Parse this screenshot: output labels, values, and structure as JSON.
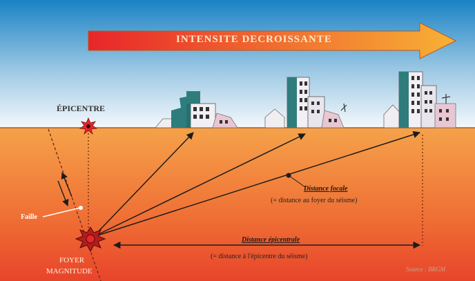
{
  "banner": {
    "text": "INTENSITE DECROISSANTE"
  },
  "labels": {
    "epicentre": "ÉPICENTRE",
    "faille": "Faille",
    "foyer": "FOYER",
    "magnitude": "MAGNITUDE",
    "distance_focale": "Distance focale",
    "distance_focale_note": "(= distance au foyer du séisme)",
    "distance_epicentrale": "Distance épicentrale",
    "distance_epicentrale_note": "(= distance à l'épicentre du séisme)",
    "source": "Source : BRGM"
  },
  "colors": {
    "sky_top": "#1a82c4",
    "sky_bottom": "#f4f8fb",
    "ground_top": "#f5a24a",
    "ground_bottom": "#e8442b",
    "banner_start": "#e8262a",
    "banner_end": "#f8b135",
    "building_teal": "#2e7d7c",
    "building_light": "#f2f0f4",
    "building_pink": "#e8c7d3",
    "arrow": "#1c1c1c"
  },
  "icons": [
    "epicentre-burst-icon",
    "foyer-burst-icon",
    "building-cluster-icon"
  ]
}
